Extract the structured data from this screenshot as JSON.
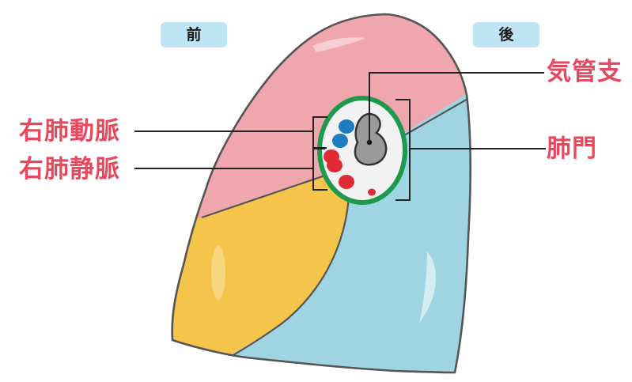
{
  "orientation": {
    "anterior_label": "前",
    "posterior_label": "後"
  },
  "labels": {
    "bronchus": "気管支",
    "pulmonary_artery": "右肺動脈",
    "pulmonary_vein": "右肺静脈",
    "hilum": "肺門"
  },
  "colors": {
    "label_text": "#e8485e",
    "upper_lobe": "#f0a6ad",
    "middle_lobe": "#f4c54a",
    "lower_lobe": "#9fd5e3",
    "hilum_ring": "#1f9a4c",
    "artery": "#1f7dc4",
    "vein": "#e02a34",
    "bronchus": "#9a9a9a",
    "tag_bg": "#bfe4f3",
    "outline": "#555555"
  }
}
